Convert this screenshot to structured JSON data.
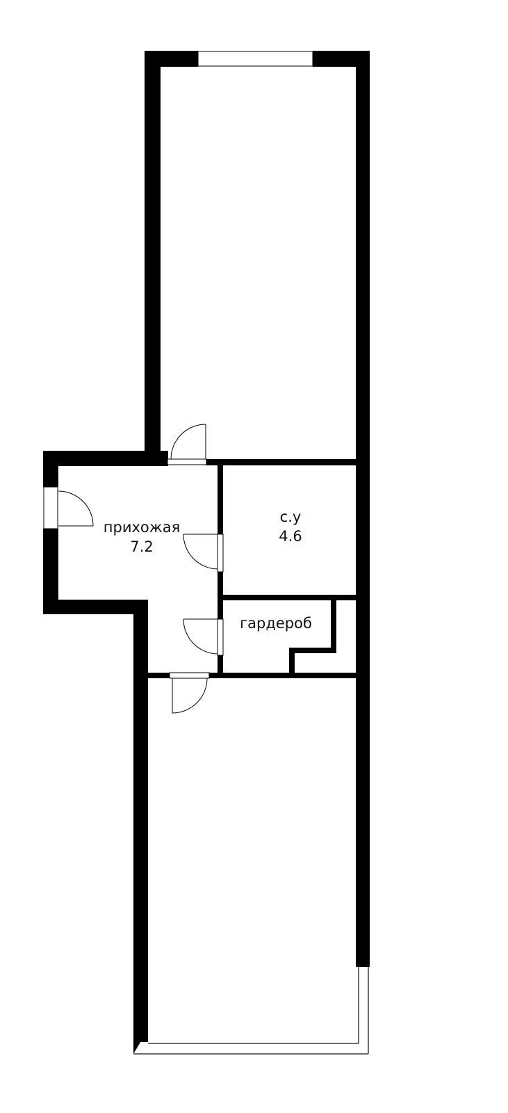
{
  "plan": {
    "colors": {
      "wall": "#000000",
      "background": "#ffffff",
      "text": "#111111"
    },
    "rooms": [
      {
        "id": "living-room-top",
        "name": "",
        "area": ""
      },
      {
        "id": "hallway",
        "name": "прихожая",
        "area": "7.2"
      },
      {
        "id": "bathroom",
        "name": "с.у",
        "area": "4.6"
      },
      {
        "id": "wardrobe",
        "name": "гардероб",
        "area": ""
      },
      {
        "id": "living-room-bottom",
        "name": "",
        "area": ""
      },
      {
        "id": "balcony",
        "name": "",
        "area": ""
      }
    ],
    "doors": [
      {
        "id": "door-top-room"
      },
      {
        "id": "door-entrance"
      },
      {
        "id": "door-bathroom"
      },
      {
        "id": "door-wardrobe"
      },
      {
        "id": "door-bottom-room"
      }
    ],
    "windows": [
      {
        "id": "window-top"
      },
      {
        "id": "window-balcony"
      }
    ]
  }
}
